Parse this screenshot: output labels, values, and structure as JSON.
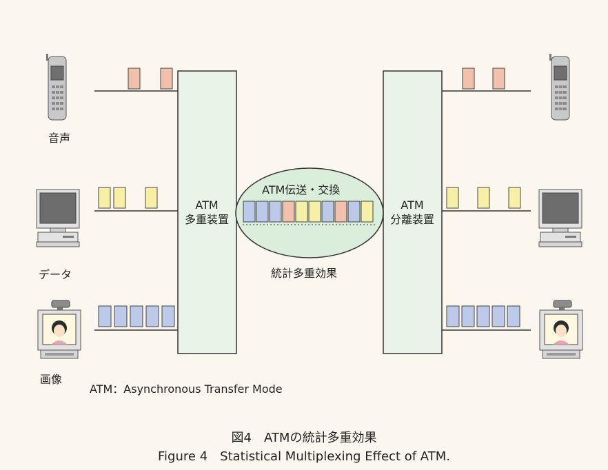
{
  "labels": {
    "voice": "音声",
    "data": "データ",
    "video": "画像",
    "mux_line1": "ATM",
    "mux_line2": "多重装置",
    "demux_line1": "ATM",
    "demux_line2": "分離装置",
    "transport": "ATM伝送・交換",
    "effect": "統計多重効果",
    "abbrev": "ATM：Asynchronous Transfer Mode",
    "caption_jp": "図4　ATMの統計多重効果",
    "caption_en": "Figure 4　Statistical Multiplexing Effect of ATM."
  },
  "colors": {
    "voice_cell": "#f2c1ad",
    "data_cell": "#f6f0a6",
    "video_cell": "#bcc9e8",
    "device_box": "#e9f3e7",
    "ellipse": "#dbeedc",
    "background": "#fbf7ee"
  },
  "transport_cells": [
    "video",
    "video",
    "video",
    "voice",
    "data",
    "data",
    "video",
    "voice",
    "video",
    "data"
  ],
  "icons": [
    "mobile-phone-icon",
    "computer-terminal-icon",
    "videophone-icon"
  ]
}
